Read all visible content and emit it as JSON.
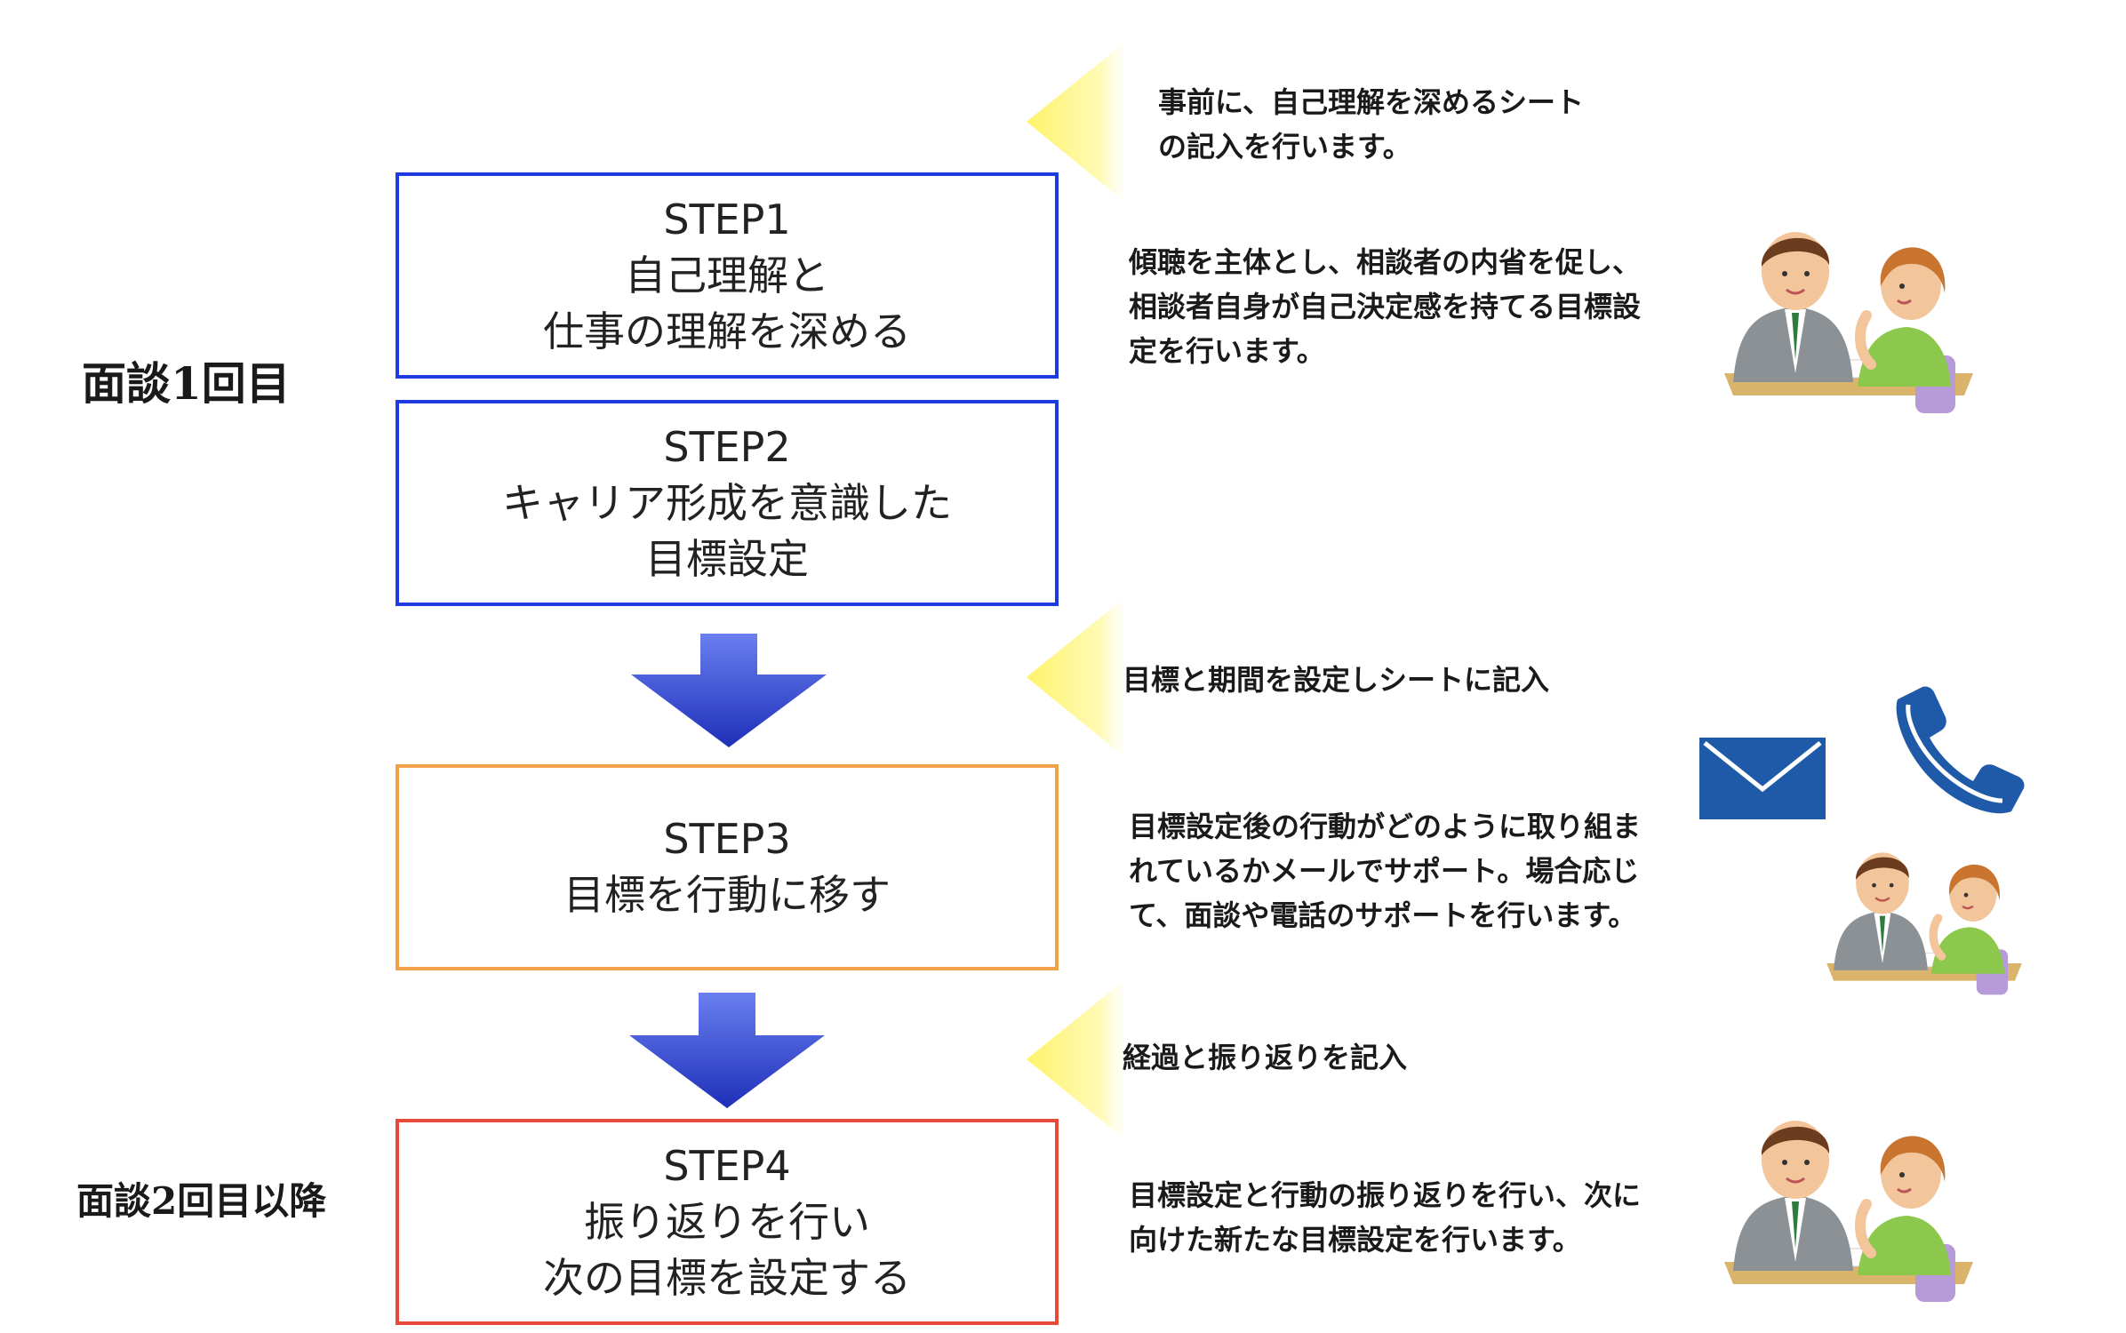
{
  "sessions": {
    "first": "面談1回目",
    "later": "面談2回目以降"
  },
  "steps": [
    {
      "lines": [
        "STEP1",
        "自己理解と",
        "仕事の理解を深める"
      ],
      "border_color": "#1f3be0"
    },
    {
      "lines": [
        "STEP2",
        "キャリア形成を意識した",
        "目標設定"
      ],
      "border_color": "#1f3be0"
    },
    {
      "lines": [
        "STEP3",
        "目標を行動に移す"
      ],
      "border_color": "#f0a14a"
    },
    {
      "lines": [
        "STEP4",
        "振り返りを行い",
        "次の目標を設定する"
      ],
      "border_color": "#e64b3a"
    }
  ],
  "notes": [
    {
      "lines": [
        "事前に、自己理解を深めるシート",
        "の記入を行います。"
      ]
    },
    {
      "lines": [
        "目標と期間を設定しシートに記入"
      ]
    },
    {
      "lines": [
        "経過と振り返りを記入"
      ]
    }
  ],
  "descriptions": [
    {
      "lines": [
        "傾聴を主体とし、相談者の内省を促し、",
        "相談者自身が自己決定感を持てる目標設",
        "定を行います。"
      ]
    },
    {
      "lines": [
        "目標設定後の行動がどのように取り組ま",
        "れているかメールでサポート。場合応じ",
        "て、面談や電話のサポートを行います。"
      ]
    },
    {
      "lines": [
        "目標設定と行動の振り返りを行い、次に",
        "向けた新たな目標設定を行います。"
      ]
    }
  ],
  "colors": {
    "arrow_top": "#6a7ff0",
    "arrow_bottom": "#1e2fb8",
    "pointer": "#fff36a",
    "envelope": "#1f5aa8",
    "phone": "#1f5aa8"
  },
  "icons": {
    "envelope": "envelope-icon",
    "phone": "phone-icon",
    "consultation": "consultation-illustration"
  }
}
